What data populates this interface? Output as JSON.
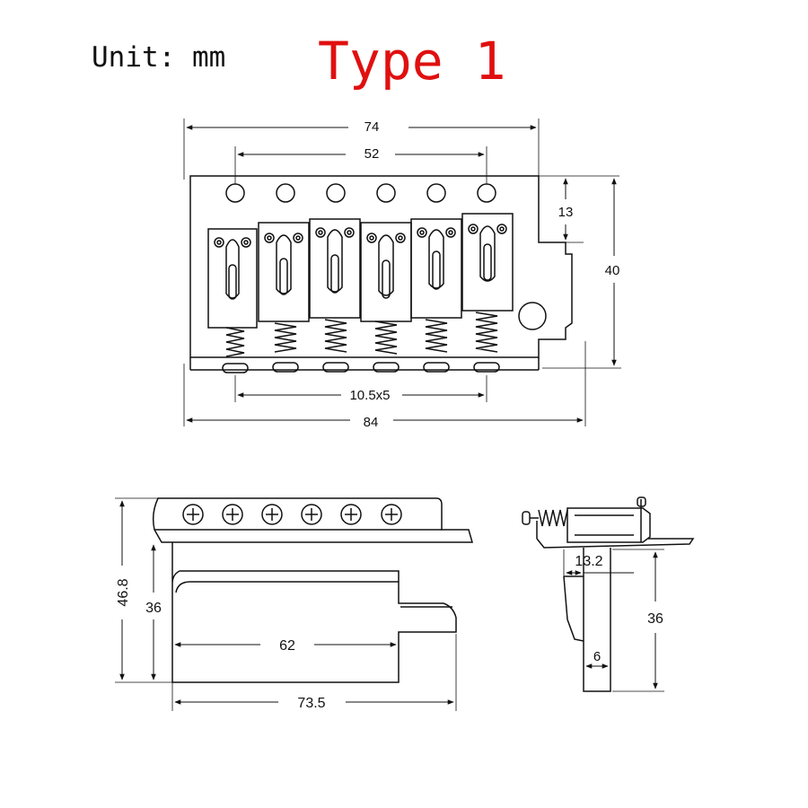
{
  "header": {
    "unit_label": "Unit: mm",
    "type_title": "Type 1",
    "title_color": "#e01010"
  },
  "top_view": {
    "dim_total_top": "74",
    "dim_screw_span": "52",
    "dim_step_height": "13",
    "dim_height": "40",
    "dim_saddle_spacing": "10.5x5",
    "dim_base_width": "84"
  },
  "front_view": {
    "dim_total_height": "46.8",
    "dim_block_height": "36",
    "dim_block_width": "62",
    "dim_plate_width": "73.5"
  },
  "side_view": {
    "dim_offset": "13.2",
    "dim_block_height": "36",
    "dim_block_depth": "6"
  }
}
